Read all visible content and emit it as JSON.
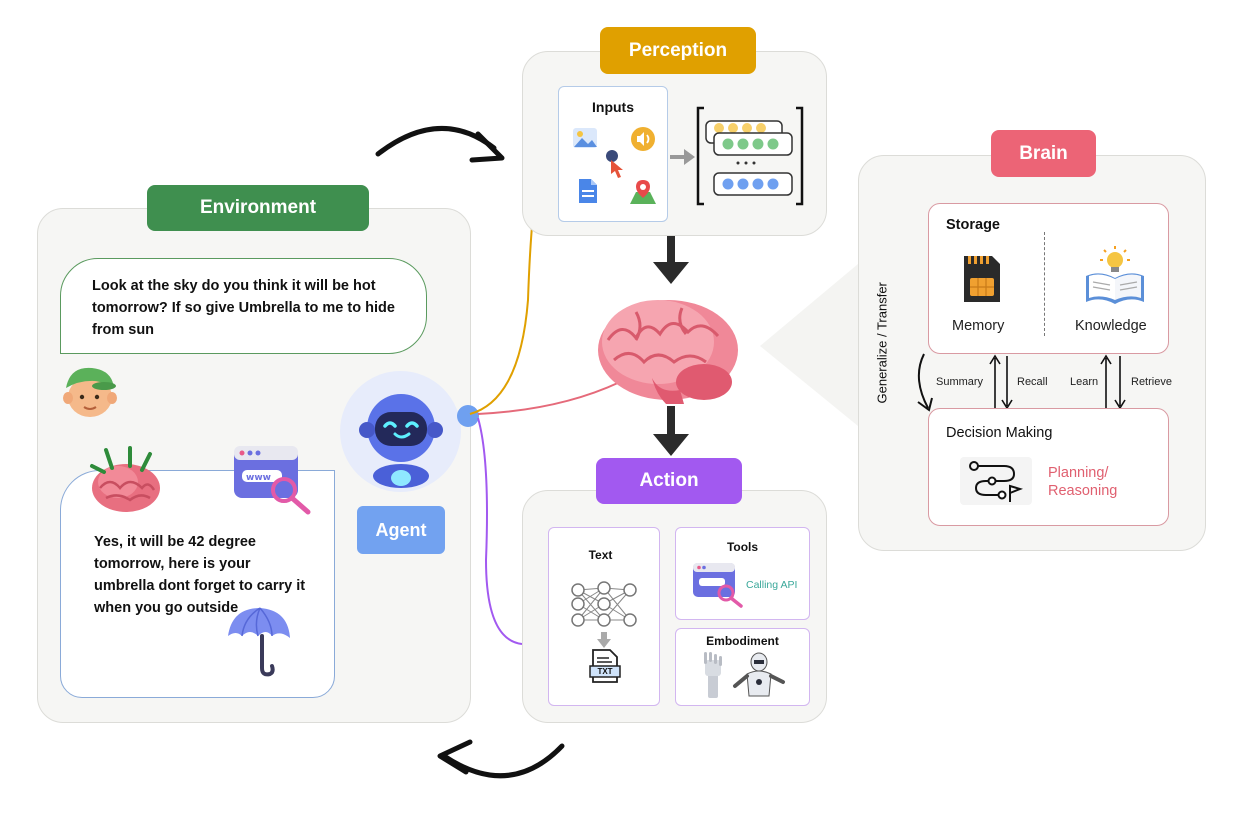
{
  "environment": {
    "title": "Environment",
    "user_message": "Look at the sky do you think it will be hot tomorrow? If so give Umbrella to me to hide from sun",
    "agent_reply": "Yes, it will be 42 degree tomorrow, here is your umbrella dont forget to carry it when you go outside"
  },
  "agent": {
    "label": "Agent"
  },
  "perception": {
    "title": "Perception",
    "inputs_label": "Inputs"
  },
  "action": {
    "title": "Action",
    "text_label": "Text",
    "txt_icon_label": "TXT",
    "tools_label": "Tools",
    "calling_api_label": "Calling API",
    "embodiment_label": "Embodiment"
  },
  "brain": {
    "title": "Brain",
    "storage_label": "Storage",
    "memory_label": "Memory",
    "knowledge_label": "Knowledge",
    "decision_label": "Decision Making",
    "planning_label": "Planning/ Reasoning",
    "generalize_label": "Generalize / Transfer",
    "summary_label": "Summary",
    "recall_label": "Recall",
    "learn_label": "Learn",
    "retrieve_label": "Retrieve"
  },
  "colors": {
    "environment": "#3f8f4f",
    "perception": "#e0a000",
    "action": "#a259f0",
    "brain": "#ec6476",
    "agent": "#6fa0f0",
    "brain_border": "#d99aa2"
  }
}
